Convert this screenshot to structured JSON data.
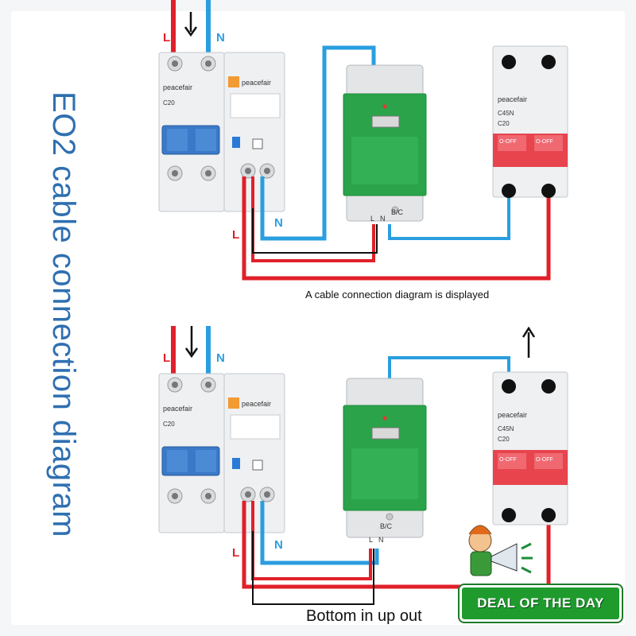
{
  "title": "EO2 cable connection diagram",
  "labels": {
    "live": "L",
    "neutral": "N",
    "meter_io": "B/C",
    "breaker_brand_left": "peacefair",
    "breaker_brand_rcd": "peacefair",
    "breaker_brand_right": "peacefair",
    "breaker_rating": "C20",
    "breaker_model_right": "C45N",
    "breaker_off": "O-OFF"
  },
  "diagram_top": {
    "caption": "A cable connection diagram is displayed"
  },
  "diagram_bottom": {
    "caption": "Bottom in up out"
  },
  "badge": {
    "text": "DEAL OF THE DAY"
  },
  "colors": {
    "live_wire": "#e0202a",
    "neutral_wire": "#2a9ee0",
    "black_wire": "#111111",
    "meter_face": "#2aa34a",
    "title_blue": "#2f6fb1",
    "badge_green": "#1f9b2e"
  }
}
